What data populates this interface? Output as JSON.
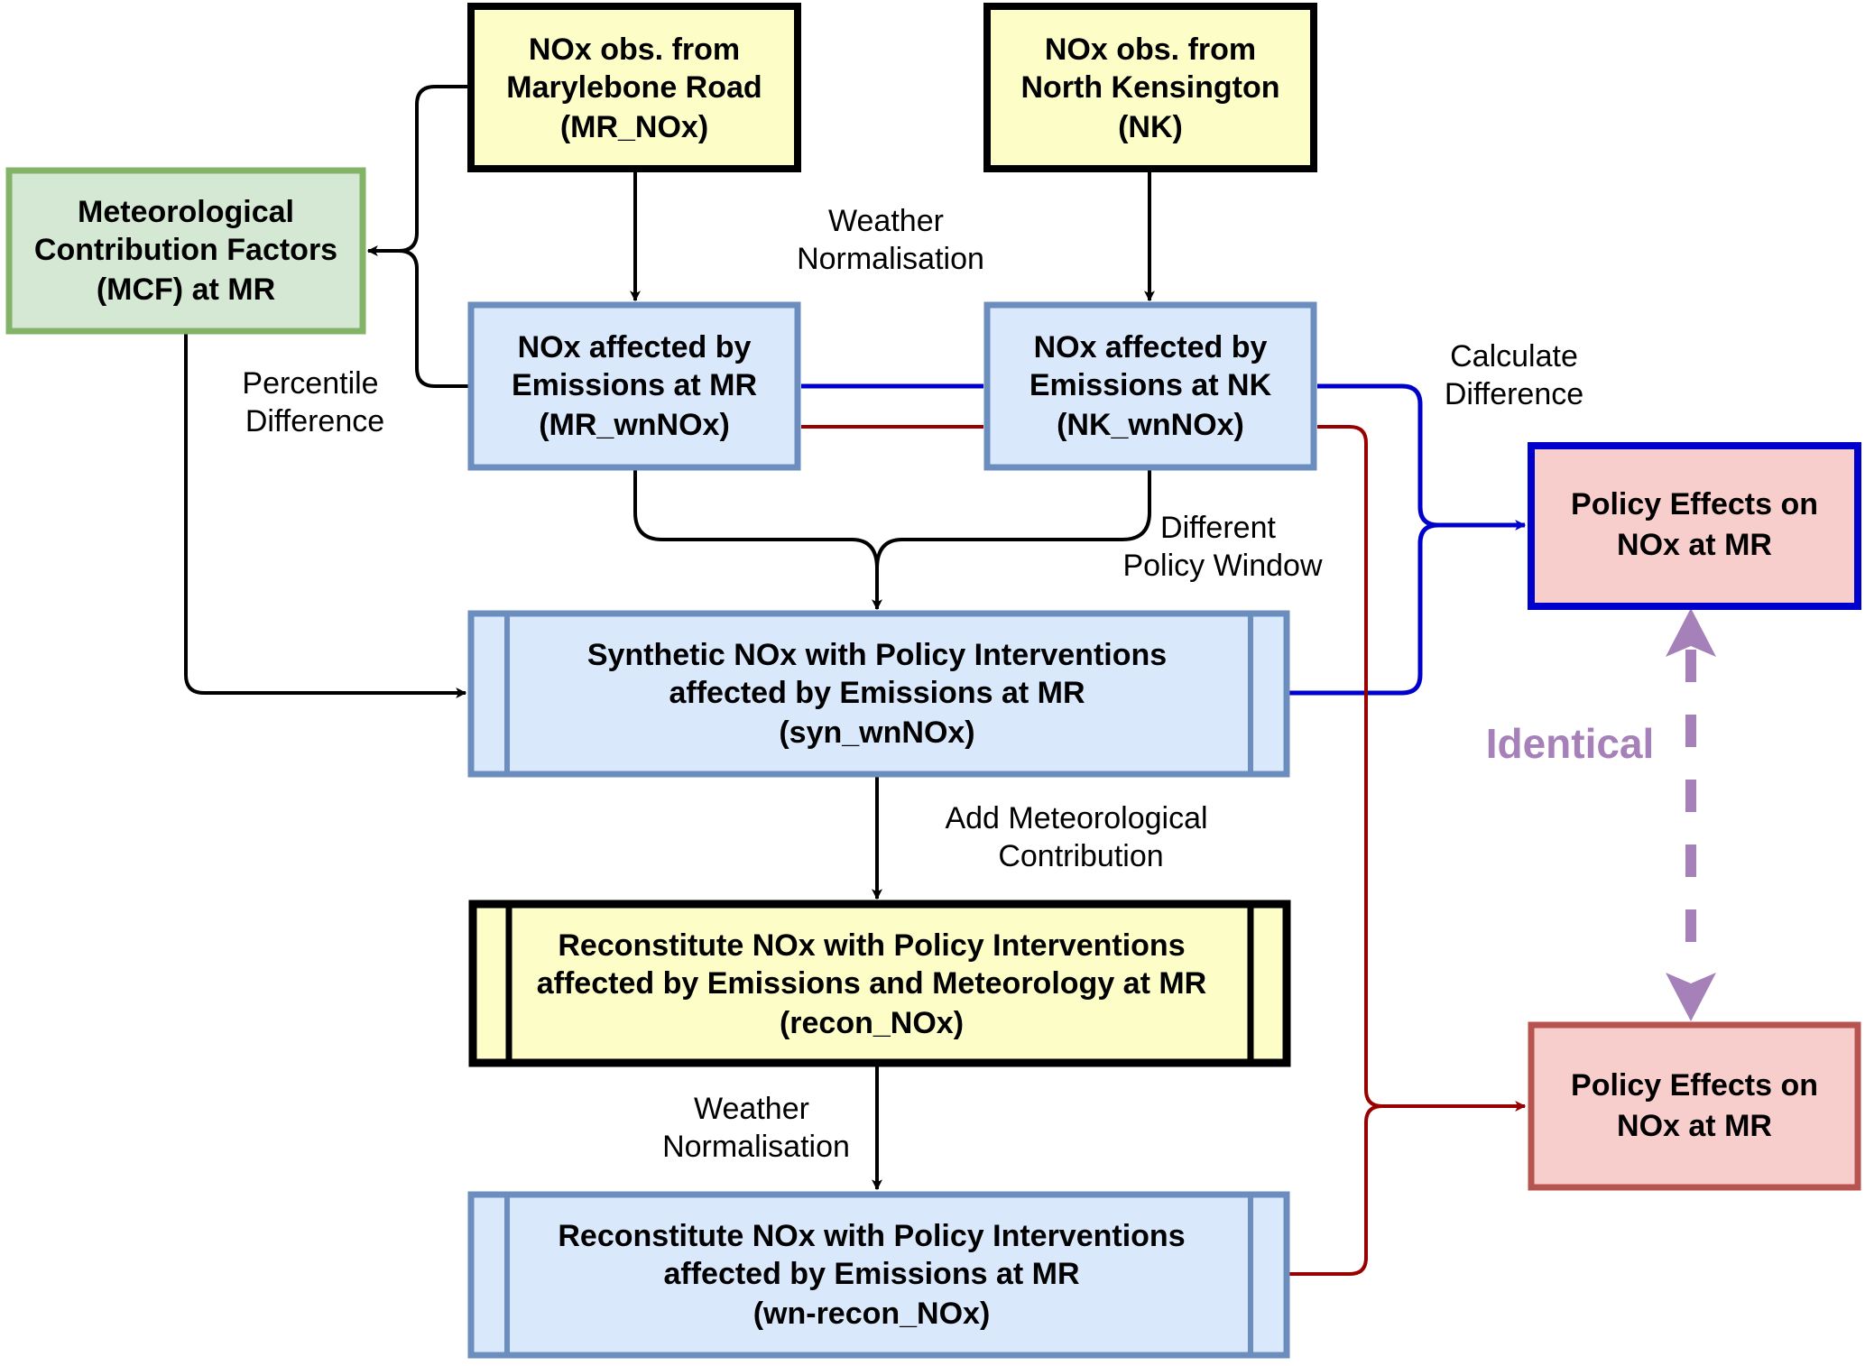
{
  "colors": {
    "yellow_fill": "#fdfdc8",
    "green_fill": "#d5e8d4",
    "green_stroke": "#82b366",
    "blue_fill": "#dae8fc",
    "blue_stroke": "#6c8ebf",
    "red_fill": "#f8cecc",
    "red_stroke": "#b85450",
    "blue_line": "#0000cc",
    "red_line": "#990000",
    "purple": "#a680b8"
  },
  "nodes": {
    "mr_obs": [
      "NOx obs. from",
      "Marylebone Road",
      "(MR_NOx)"
    ],
    "nk_obs": [
      "NOx obs. from",
      "North Kensington",
      "(NK)"
    ],
    "mcf": [
      "Meteorological",
      "Contribution Factors",
      "(MCF) at MR"
    ],
    "mr_wn": [
      "NOx affected by",
      "Emissions at MR",
      "(MR_wnNOx)"
    ],
    "nk_wn": [
      "NOx affected by",
      "Emissions at NK",
      "(NK_wnNOx)"
    ],
    "syn": [
      "Synthetic NOx with Policy Interventions",
      "affected by Emissions at MR",
      "(syn_wnNOx)"
    ],
    "recon": [
      "Reconstitute NOx with Policy Interventions",
      "affected by Emissions and Meteorology at MR",
      "(recon_NOx)"
    ],
    "wn_recon": [
      "Reconstitute NOx with Policy Interventions",
      "affected by Emissions at MR",
      "(wn-recon_NOx)"
    ],
    "policy_top": [
      "Policy Effects on",
      "NOx at MR"
    ],
    "policy_bottom": [
      "Policy Effects on",
      "NOx at MR"
    ]
  },
  "edge_labels": {
    "weather_norm_top": [
      "Weather",
      "Normalisation"
    ],
    "percentile": [
      "Percentile",
      "Difference"
    ],
    "calc_diff": [
      "Calculate",
      "Difference"
    ],
    "diff_window": [
      "Different",
      "Policy Window"
    ],
    "add_met": [
      "Add Meteorological",
      "Contribution"
    ],
    "weather_norm_bottom": [
      "Weather",
      "Normalisation"
    ],
    "identical": "Identical"
  }
}
